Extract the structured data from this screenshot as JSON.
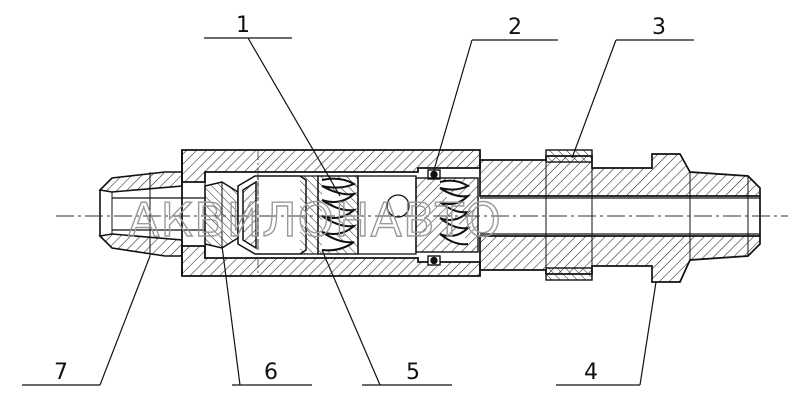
{
  "callouts": [
    {
      "id": "1",
      "label": "1"
    },
    {
      "id": "2",
      "label": "2"
    },
    {
      "id": "3",
      "label": "3"
    },
    {
      "id": "4",
      "label": "4"
    },
    {
      "id": "5",
      "label": "5"
    },
    {
      "id": "6",
      "label": "6"
    },
    {
      "id": "7",
      "label": "7"
    }
  ],
  "watermark": {
    "text": "АКВИЛОНАВТО"
  },
  "colors": {
    "line": "#111111",
    "hatch": "#222222",
    "centerline": "#333333",
    "watermark": "#9a9a9a"
  }
}
